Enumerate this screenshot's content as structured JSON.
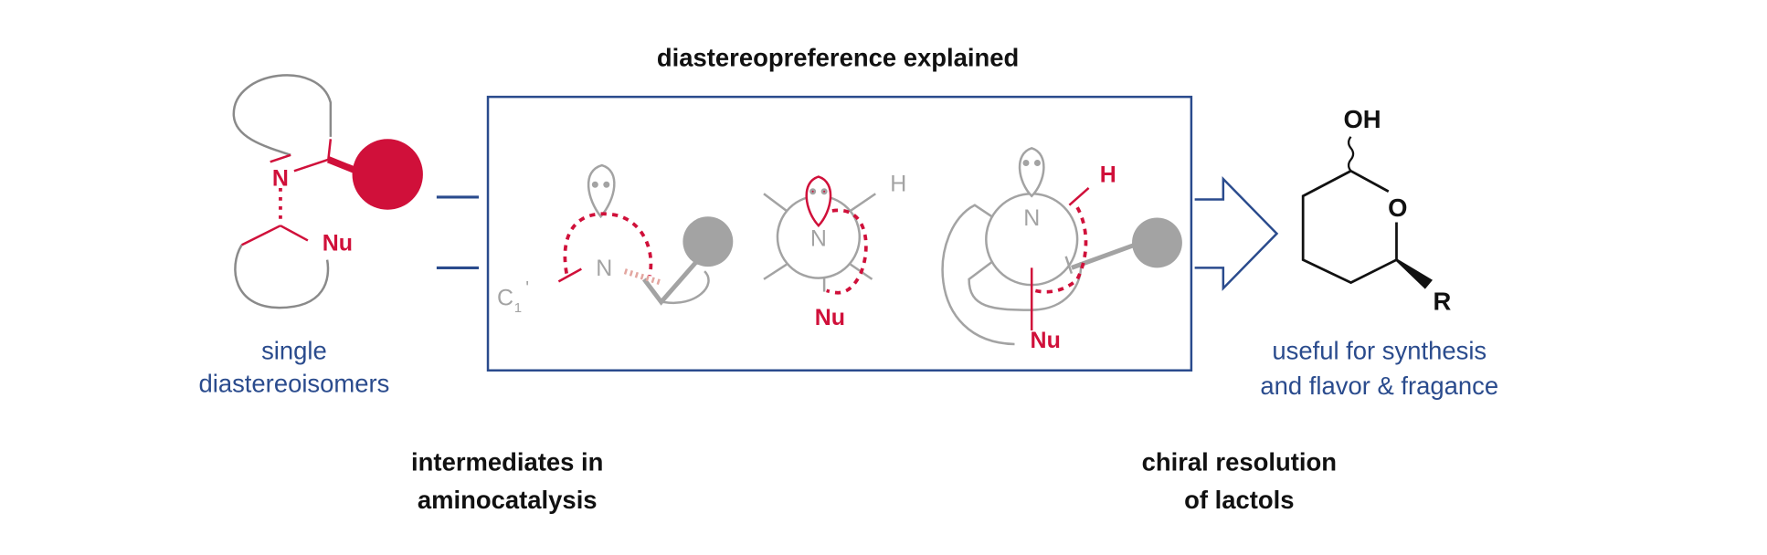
{
  "title": "diastereopreference explained",
  "left": {
    "atom_n": "N",
    "atom_nu": "Nu",
    "caption_line1": "single",
    "caption_line2": "diastereoisomers"
  },
  "newman1": {
    "atom_n": "N",
    "c_label": "C",
    "c_sub": "1",
    "c_prime": "'"
  },
  "newman2": {
    "atom_n": "N",
    "atom_h": "H",
    "atom_nu": "Nu"
  },
  "newman3": {
    "atom_n": "N",
    "atom_h": "H",
    "atom_nu": "Nu"
  },
  "lactol": {
    "oh": "OH",
    "o": "O",
    "r": "R"
  },
  "right_caption": {
    "line1": "useful for synthesis",
    "line2": "and flavor & fragance"
  },
  "bottom_left": {
    "line1": "intermediates in",
    "line2": "aminocatalysis"
  },
  "bottom_right": {
    "line1": "chiral resolution",
    "line2": "of lactols"
  },
  "colors": {
    "red": "#d0103a",
    "blue": "#2a4b8d",
    "gray": "#a3a3a3",
    "text": "#111111"
  }
}
